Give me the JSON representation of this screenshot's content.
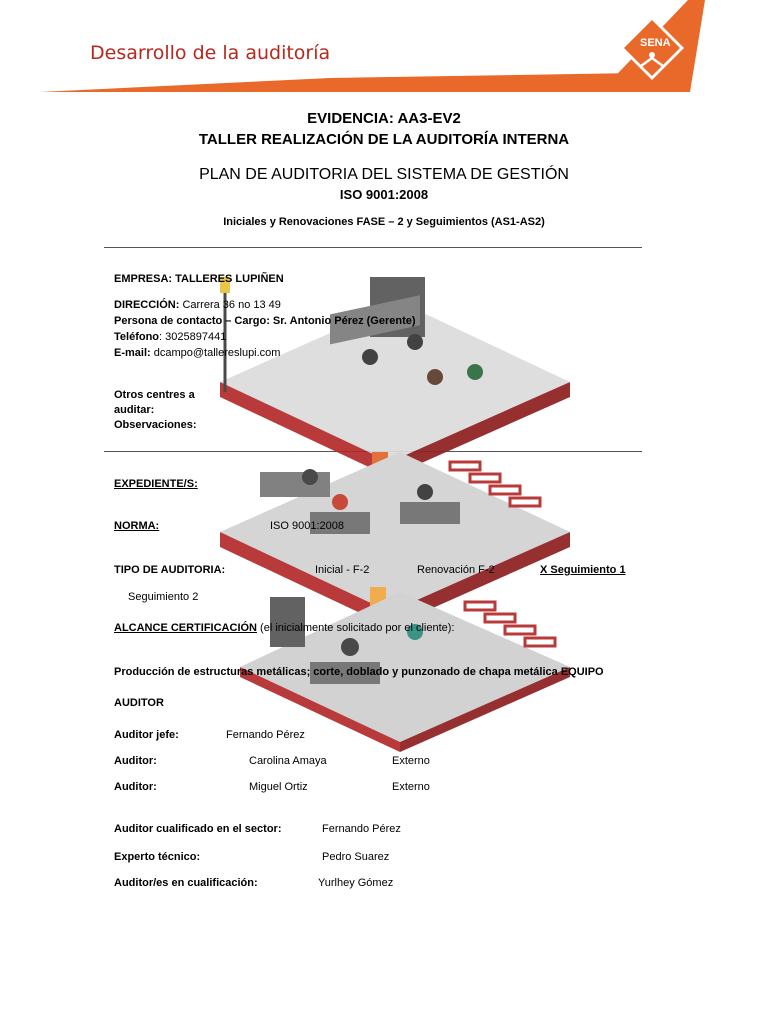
{
  "header": {
    "title": "Desarrollo de la auditoría",
    "logo_text": "SENA",
    "accent_color": "#e8692a"
  },
  "doc": {
    "evidencia": "EVIDENCIA: AA3-EV2",
    "taller": "TALLER REALIZACIÓN DE LA AUDITORÍA INTERNA",
    "plan": "PLAN DE AUDITORIA DEL SISTEMA DE GESTIÓN",
    "iso": "ISO 9001:2008",
    "fase": "Iniciales y Renovaciones FASE – 2 y Seguimientos (AS1-AS2)"
  },
  "empresa": {
    "empresa": "EMPRESA: TALLERES LUPIÑEN",
    "direccion_label": "DIRECCIÓN:",
    "direccion_value": " Carrera 36 no 13 49",
    "contacto": "Persona de contacto – Cargo: Sr. Antonio Pérez (Gerente)",
    "telefono_label": "Teléfono",
    "telefono_value": ": 3025897441",
    "email_label": "E-mail:",
    "email_value": " dcampo@tallereslupi.com",
    "otros_1": "Otros centres a",
    "otros_2": "auditar:",
    "observaciones": "Observaciones:"
  },
  "detalle": {
    "expediente": "EXPEDIENTE/S:",
    "norma_label": "NORMA:",
    "norma_value": "ISO 9001:2008",
    "tipo_label": "TIPO DE AUDITORIA:",
    "inicial": "Inicial - F-2",
    "renovacion": "Renovación F-2",
    "seguimiento1": "X Seguimiento 1",
    "seguimiento2": "Seguimiento 2",
    "alcance_label": "ALCANCE CERTIFICACIÓN",
    "alcance_note": " (el inicialmente solicitado por el cliente):",
    "produccion": "Producción de estructuras metálicas;  corte, doblado y punzonado de chapa metálica EQUIPO",
    "auditor_heading": "AUDITOR"
  },
  "auditores": [
    {
      "role": "Auditor jefe:",
      "name": "Fernando Pérez",
      "type": ""
    },
    {
      "role": "Auditor:",
      "name": "Carolina Amaya",
      "type": "Externo"
    },
    {
      "role": "Auditor:",
      "name": "Miguel Ortiz",
      "type": "Externo"
    }
  ],
  "otros": [
    {
      "role": "Auditor cualificado en el sector:",
      "name": "Fernando Pérez"
    },
    {
      "role": "Experto técnico:",
      "name": "Pedro Suarez"
    },
    {
      "role": "Auditor/es en cualificación:",
      "name": "Yurlhey Gómez"
    }
  ]
}
